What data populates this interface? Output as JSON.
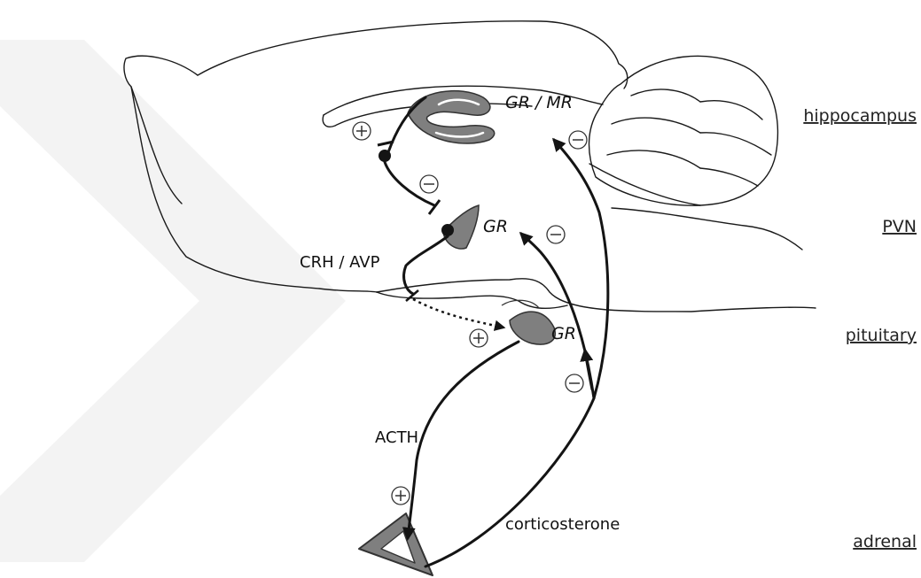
{
  "labels": {
    "hippocampus_receptors": "GR / MR",
    "pvn_receptor": "GR",
    "pituitary_receptor": "GR",
    "crh_avp": "CRH / AVP",
    "acth": "ACTH",
    "corticosterone": "corticosterone"
  },
  "regions": {
    "hippocampus": "hippocampus",
    "pvn": "PVN",
    "pituitary": "pituitary",
    "adrenal": "adrenal"
  },
  "signs": {
    "plus": "+",
    "minus": "−"
  },
  "colors": {
    "structure_fill": "#7f7f7f",
    "line": "#141414",
    "watermark": "#f2f2f2"
  }
}
